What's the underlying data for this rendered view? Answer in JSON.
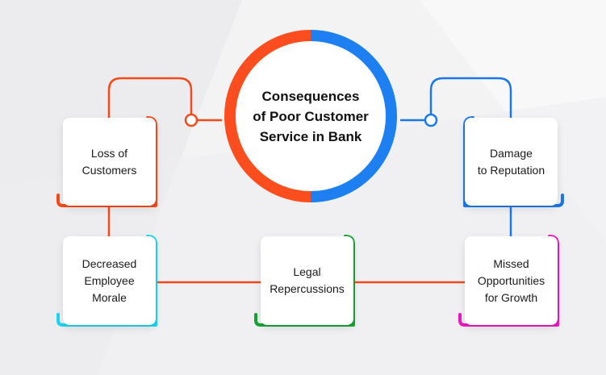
{
  "center": {
    "title": "Consequences\nof Poor Customer\nService in Bank",
    "left_color": "#fb4d1e",
    "right_color": "#1e7ff0"
  },
  "cards": [
    {
      "id": "card-1",
      "label": "Loss of\nCustomers",
      "color": "#f34a1b"
    },
    {
      "id": "card-2",
      "label": "Damage\nto Reputation",
      "color": "#1a78e8"
    },
    {
      "id": "card-3",
      "label": "Decreased\nEmployee\nMorale",
      "color": "#1ad6ef"
    },
    {
      "id": "card-4",
      "label": "Legal\nRepercussions",
      "color": "#16a534"
    },
    {
      "id": "card-5",
      "label": "Missed\nOpportunities\nfor Growth",
      "color": "#ee17c0"
    }
  ],
  "connector_colors": {
    "left": "#f34a1b",
    "right": "#1a78e8"
  }
}
